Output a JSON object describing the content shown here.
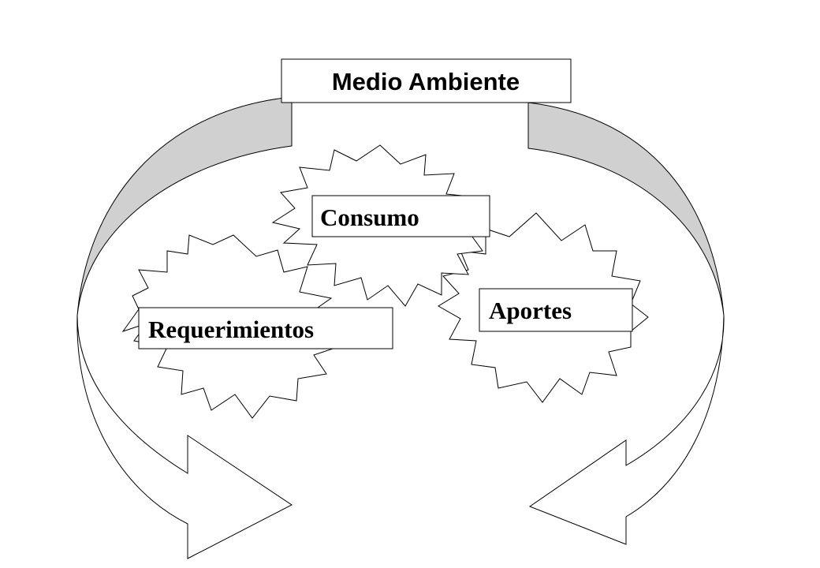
{
  "diagram": {
    "title": "Medio Ambiente",
    "nodes": {
      "consumo": "Consumo",
      "requerimientos": "Requerimientos",
      "aportes": "Aportes"
    }
  },
  "colors": {
    "background": "#ffffff",
    "stroke": "#000000",
    "arrow_top_fill": "#d0d0d0",
    "arrow_bottom_fill": "#ffffff",
    "burst_fill": "#ffffff"
  }
}
